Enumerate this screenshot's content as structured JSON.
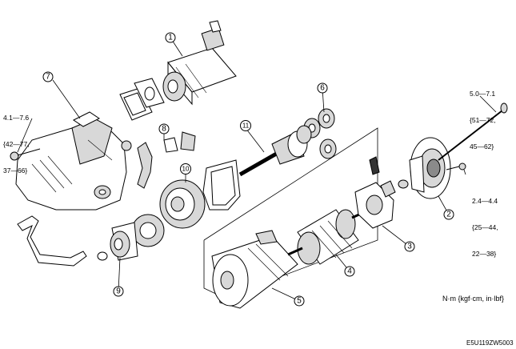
{
  "callouts": [
    "1",
    "2",
    "3",
    "4",
    "5",
    "6",
    "7",
    "8",
    "9",
    "10",
    "11"
  ],
  "torque_specs": {
    "bolt_left": [
      "4.1—7.6",
      "{42—77,",
      "37—66}"
    ],
    "through_bolt": [
      "5.0—7.1",
      "{51—72,",
      "45—62}"
    ],
    "nut_right": [
      "2.4—4.4",
      "{25—44,",
      "22—38}"
    ]
  },
  "unit_note": "N·m {kgf·cm, in·lbf}",
  "figure_code": "E5U119ZW5003"
}
